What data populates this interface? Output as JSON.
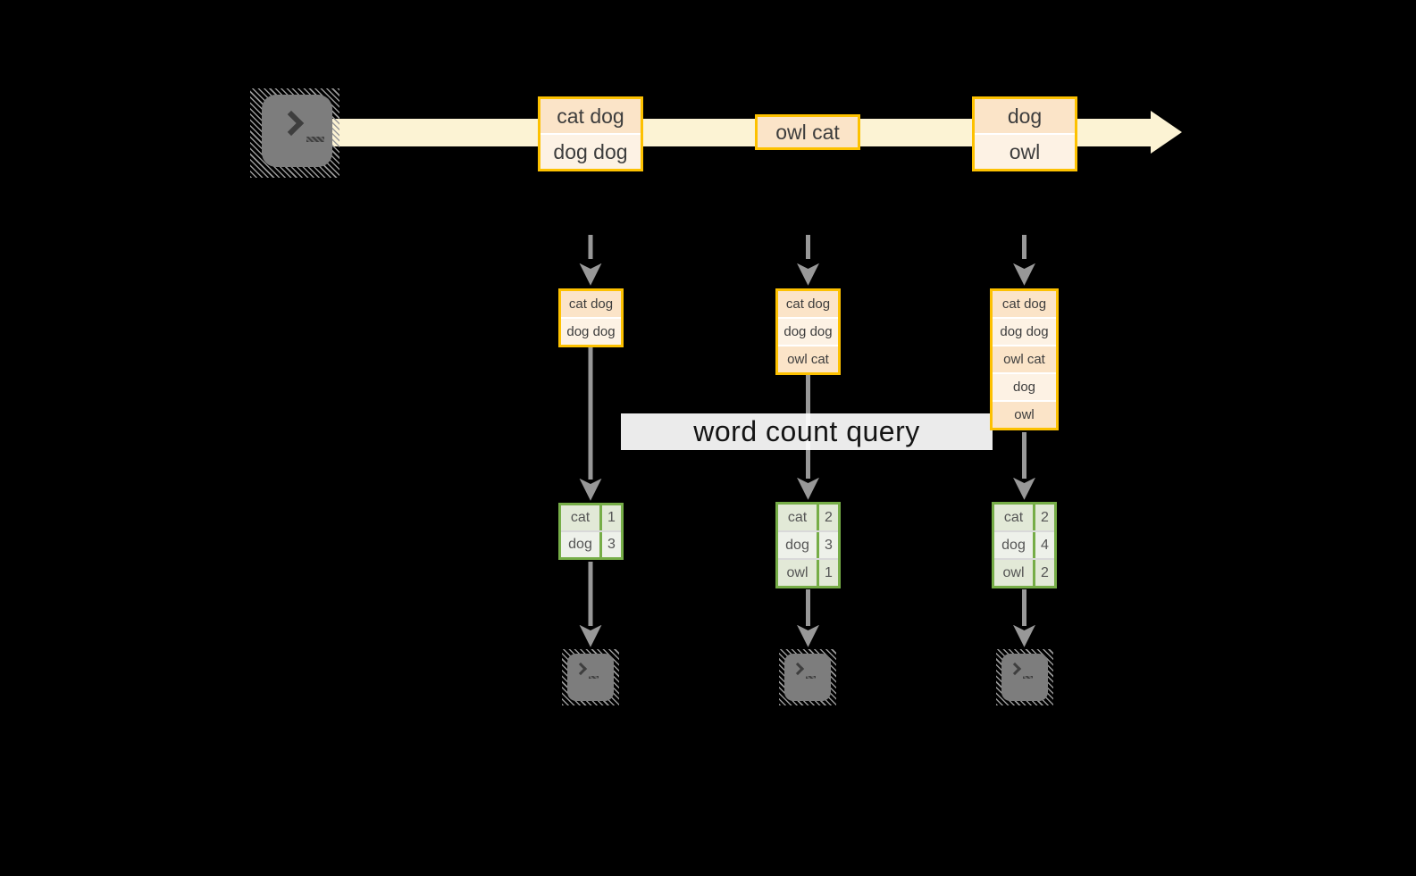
{
  "diagram": {
    "query_label": "word count query",
    "stream_batches": [
      {
        "records": [
          "cat dog",
          "dog dog"
        ]
      },
      {
        "records": [
          "owl cat"
        ]
      },
      {
        "records": [
          "dog",
          "owl"
        ]
      }
    ],
    "state_batches": [
      {
        "records": [
          "cat dog",
          "dog dog"
        ]
      },
      {
        "records": [
          "cat dog",
          "dog dog",
          "owl cat"
        ]
      },
      {
        "records": [
          "cat dog",
          "dog dog",
          "owl cat",
          "dog",
          "owl"
        ]
      }
    ],
    "result_tables": [
      {
        "rows": [
          {
            "word": "cat",
            "count": "1"
          },
          {
            "word": "dog",
            "count": "3"
          }
        ]
      },
      {
        "rows": [
          {
            "word": "cat",
            "count": "2"
          },
          {
            "word": "dog",
            "count": "3"
          },
          {
            "word": "owl",
            "count": "1"
          }
        ]
      },
      {
        "rows": [
          {
            "word": "cat",
            "count": "2"
          },
          {
            "word": "dog",
            "count": "4"
          },
          {
            "word": "owl",
            "count": "2"
          }
        ]
      }
    ],
    "icons": {
      "source": "terminal-prompt-icon",
      "sinks": "terminal-prompt-icon"
    },
    "colors": {
      "accent_orange": "#FDC100",
      "record_fill_dark": "#FBE4C8",
      "record_fill_light": "#FDF2E4",
      "stream_band": "#FCF3D4",
      "table_green": "#76AD47",
      "table_fill_dark": "#E2E9D7",
      "table_fill_light": "#EEF1EA",
      "arrow_gray": "#989898",
      "terminal_gray": "#7D7D7D",
      "label_background": "#FFFFFF"
    }
  }
}
